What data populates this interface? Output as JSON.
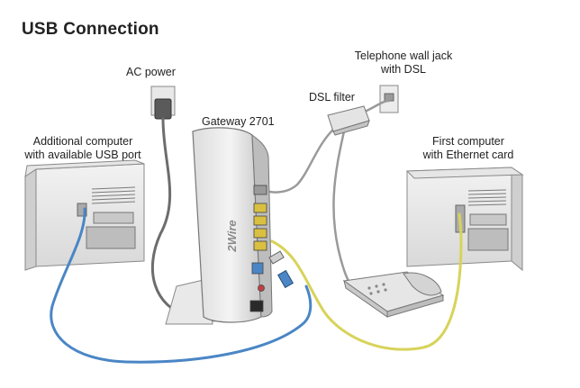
{
  "title": "USB Connection",
  "labels": {
    "ac_power": "AC power",
    "gateway": "Gateway 2701",
    "jack_line1": "Telephone wall jack",
    "jack_line2": "with DSL",
    "dsl_filter": "DSL filter",
    "left_line1": "Additional computer",
    "left_line2": "with available USB port",
    "right_line1": "First computer",
    "right_line2": "with Ethernet card"
  },
  "device_brand": "2Wire",
  "colors": {
    "usb_cable": "#4a86c5",
    "ethernet_cable": "#d8d35a",
    "phone_cable": "#9a9a9a",
    "power_cable": "#6d6d6d"
  }
}
